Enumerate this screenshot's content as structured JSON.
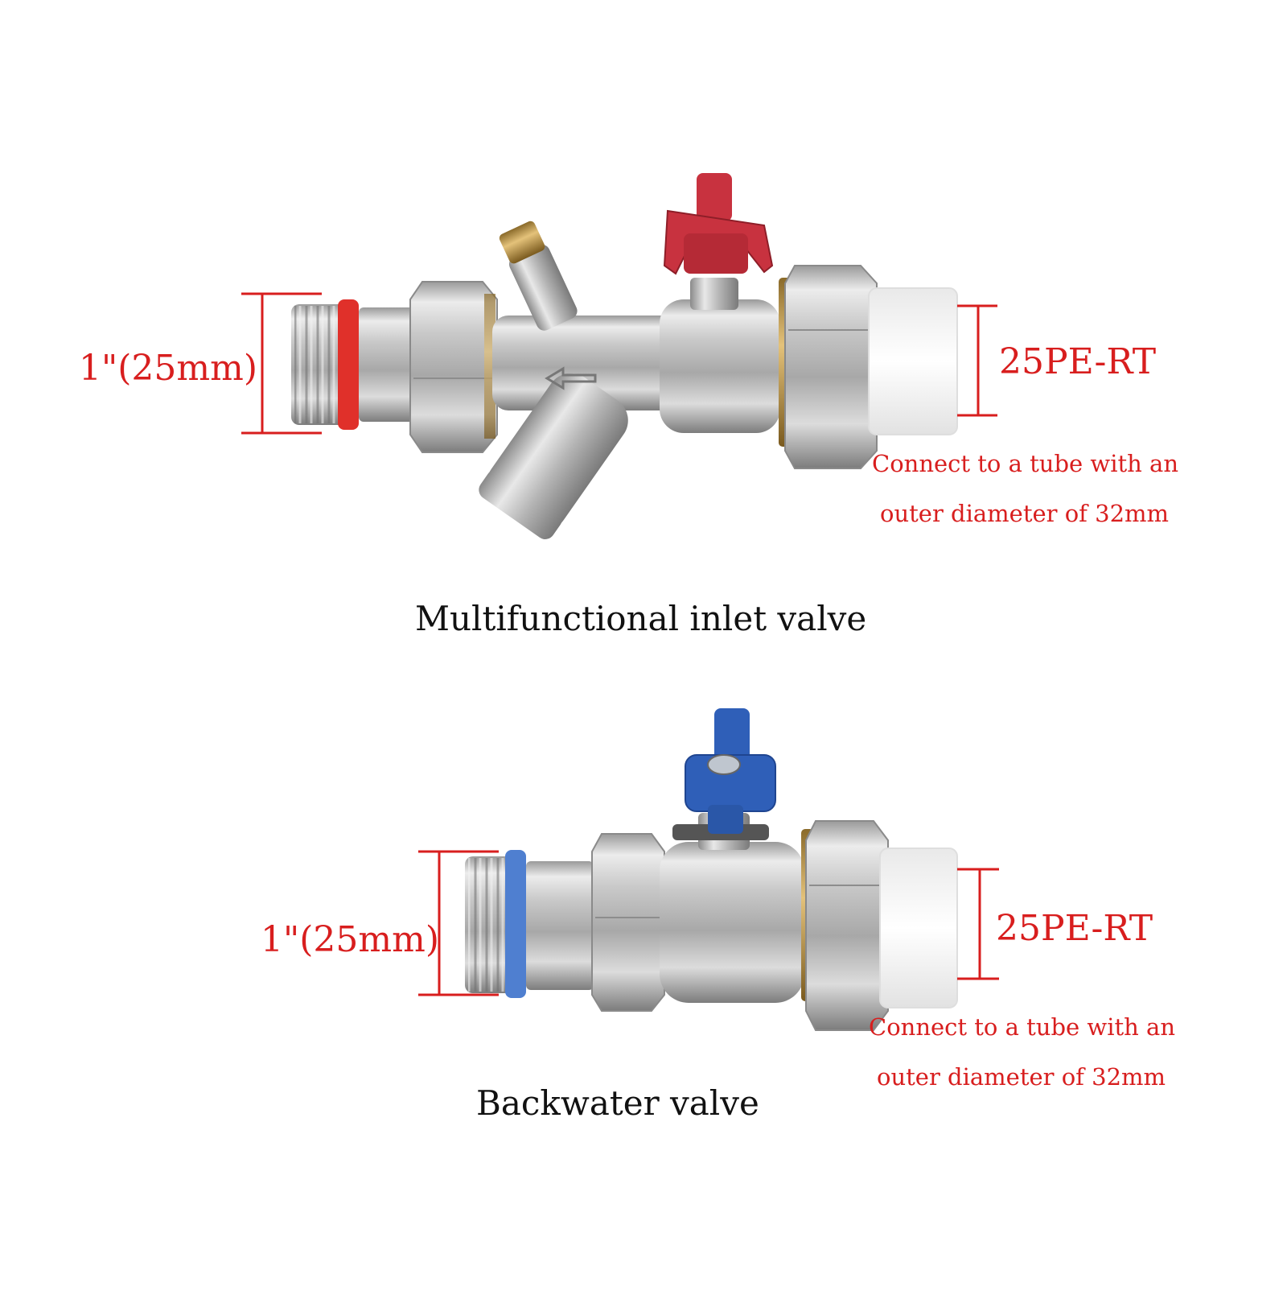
{
  "colors": {
    "accent_red": "#d81e1e",
    "handle_red": "#c8323f",
    "handle_blue": "#2f5fb8",
    "ring_red": "#e0302a",
    "ring_blue": "#4f7fd0",
    "caption": "#111111"
  },
  "inlet_valve": {
    "thread_size": "1\"(25mm)",
    "pipe_type": "25PE-RT",
    "note_line1": "Connect to a tube with an",
    "note_line2": "outer diameter of 32mm",
    "caption": "Multifunctional inlet valve"
  },
  "backwater_valve": {
    "thread_size": "1\"(25mm)",
    "pipe_type": "25PE-RT",
    "note_line1": "Connect to a tube with an",
    "note_line2": "outer diameter of 32mm",
    "caption": "Backwater valve"
  }
}
